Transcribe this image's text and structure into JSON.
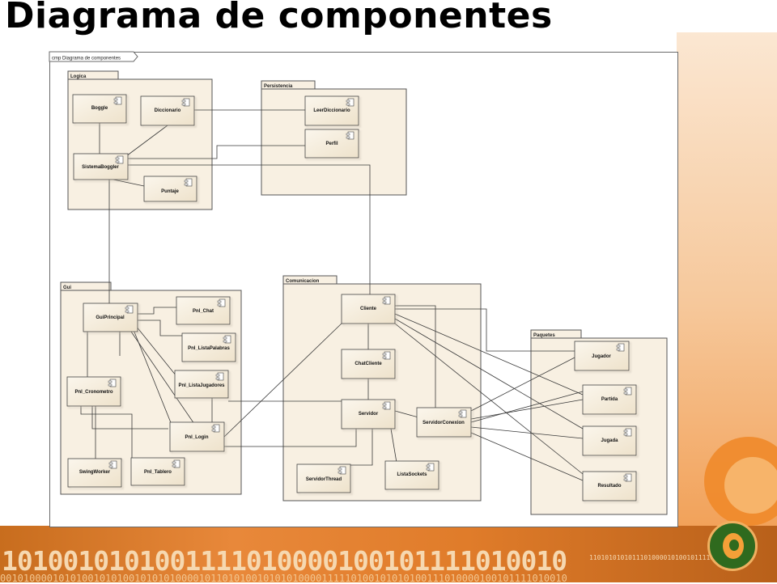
{
  "title": "Diagrama de componentes",
  "frame_label": "cmp Diagrama de componentes",
  "packages": {
    "logica": "Logica",
    "persistencia": "Persistencia",
    "gui": "Gui",
    "comunicacion": "Comunicacion",
    "paquetes": "Paquetes"
  },
  "components": {
    "boggle": "Boggle",
    "diccionario": "Diccionario",
    "sistema_boggler": "SistemaBoggler",
    "puntaje": "Puntaje",
    "leer_diccionario": "LeerDiccionario",
    "perfil": "Perfil",
    "gui_principal": "GuiPrincipal",
    "pnl_chat": "Pnl_Chat",
    "pnl_lista_palabras": "Pnl_ListaPalabras",
    "pnl_lista_jugadores": "Pnl_ListaJugadores",
    "pnl_cronometro": "Pnl_Cronometro",
    "pnl_login": "Pnl_Login",
    "swing_worker": "SwingWorker",
    "pnl_tablero": "Pnl_Tablero",
    "cliente": "Cliente",
    "chat_cliente": "ChatCliente",
    "servidor": "Servidor",
    "servidor_conexion": "ServidorConexion",
    "servidor_thread": "ServidorThread",
    "lista_sockets": "ListaSockets",
    "jugador": "Jugador",
    "partida": "Partida",
    "jugada": "Jugada",
    "resultado": "Resultado"
  },
  "decoration": {
    "binary_big": "1010010101001111010000100101111010010",
    "binary_small": "1101010101011101000010100101111010010 1001",
    "binary_row2": "0010100001010100101010010101010000101101010010101010000111110100101010100111010000100101111010010"
  },
  "colors": {
    "package_fill": "#f8f0e2",
    "component_fill": "#f5ecdb",
    "line": "#3a3a3a",
    "accent_orange": "#e8883a"
  }
}
